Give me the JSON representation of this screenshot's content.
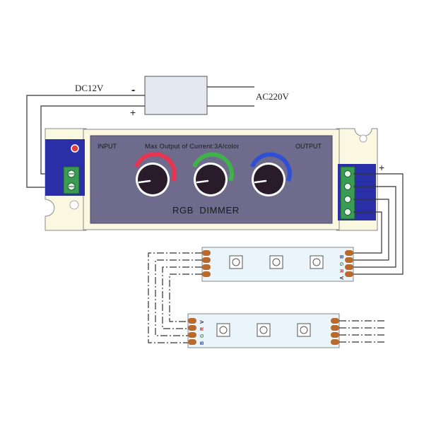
{
  "supply": {
    "dc_label": "DC12V",
    "ac_label": "AC220V",
    "minus_label": "-",
    "plus_label": "+"
  },
  "controller": {
    "input_label": "INPUT",
    "output_label": "OUTPUT",
    "current_label": "Max Output of Current:3A/color",
    "name_label": "RGB  DIMMER",
    "output_plus_label": "+",
    "knob_arc_colors": [
      "#e83550",
      "#3fb24a",
      "#2f4fd6"
    ],
    "panel_color": "#6e6b8c",
    "terminal_block_color": "#2a2fa8",
    "terminal_color": "#3a9c52"
  },
  "strip": {
    "pad_letters": [
      "B",
      "G",
      "R",
      "V"
    ],
    "pad_letter_colors": [
      "#1c3fd0",
      "#2c9a3a",
      "#d02a2a",
      "#222222"
    ],
    "pad_color": "#b86a2c",
    "strip_fill": "#eaf4fb"
  }
}
